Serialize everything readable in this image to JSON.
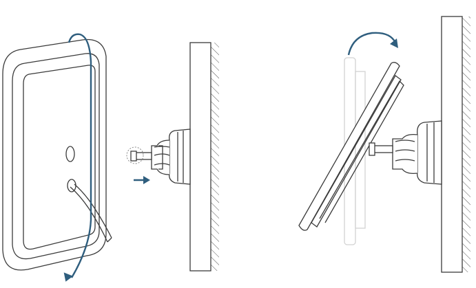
{
  "diagram": {
    "colors": {
      "line": "#3a3a3a",
      "accent": "#2f5e7e",
      "fade": "#d2d2d2",
      "background": "#ffffff"
    },
    "panels": [
      {
        "step": "insert",
        "components": [
          "device-back-panel",
          "cable",
          "rotation-arrow",
          "wall",
          "wall-mount-knob",
          "mount-pin",
          "push-arrow"
        ]
      },
      {
        "step": "rotate",
        "components": [
          "device-ghost",
          "device-tilted",
          "rotation-arrow-curved",
          "wall",
          "wall-mount-knob",
          "mount-pin"
        ]
      }
    ]
  }
}
